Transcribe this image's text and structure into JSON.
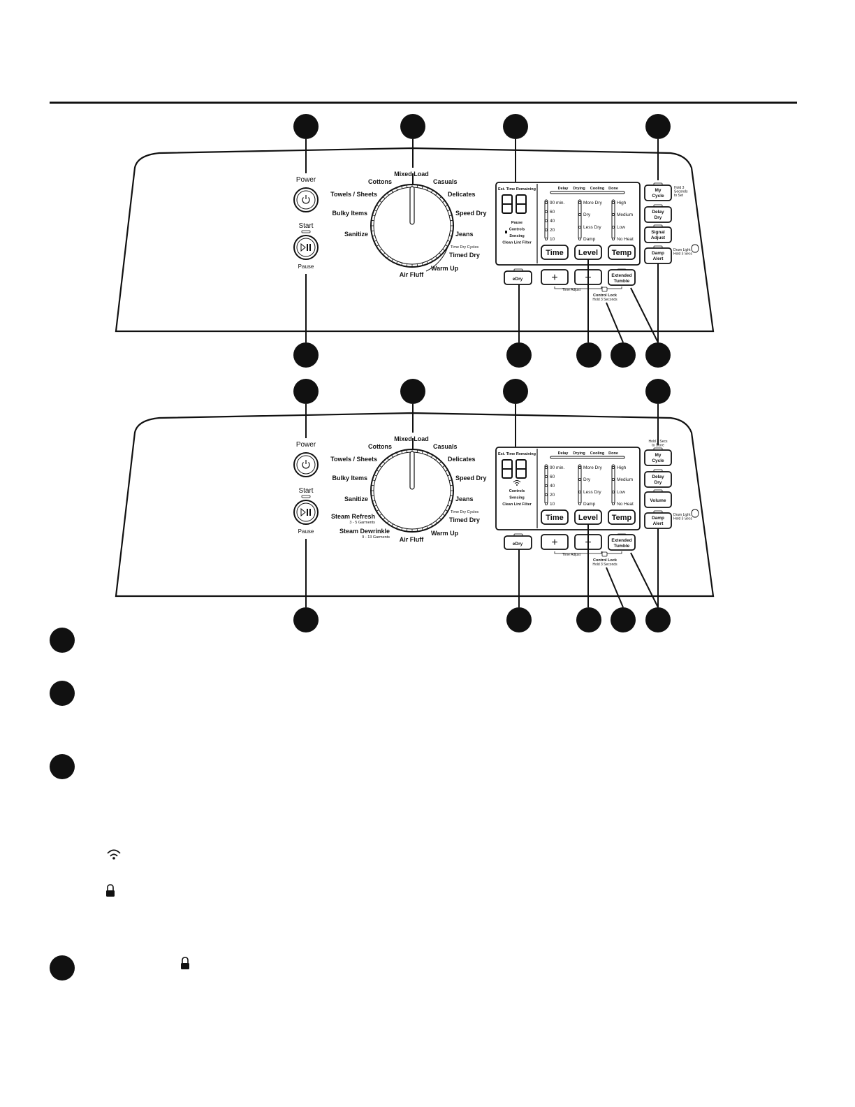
{
  "panel_top": {
    "power_label": "Power",
    "start_label": "Start",
    "pause_label": "Pause",
    "dial_labels": [
      "Mixed Load",
      "Casuals",
      "Cottons",
      "Towels / Sheets",
      "Delicates",
      "Bulky Items",
      "Speed Dry",
      "Sanitize",
      "Jeans",
      "Time Dry Cycles",
      "Timed Dry",
      "Warm Up",
      "Air Fluff"
    ],
    "display": {
      "title": "Est. Time Remaining",
      "digits": "88",
      "status_lines": [
        "Pause",
        "Controls",
        "Sensing",
        "Clean Lint Filter"
      ],
      "progress": [
        "Delay",
        "Drying",
        "Cooling",
        "Done"
      ],
      "time_options": [
        "90 min.",
        "60",
        "40",
        "20",
        "10"
      ],
      "level_options": [
        "More Dry",
        "Dry",
        "Less Dry",
        "Damp"
      ],
      "temp_options": [
        "High",
        "Medium",
        "Low",
        "No Heat"
      ],
      "time_button": "Time",
      "level_button": "Level",
      "temp_button": "Temp"
    },
    "edry_button": "eDry",
    "plus_button": "+",
    "minus_button": "−",
    "time_adjust_label": "Time Adjust",
    "extended_tumble": [
      "Extended",
      "Tumble"
    ],
    "control_lock": [
      "Control Lock",
      "Hold 3 Seconds"
    ],
    "side_buttons": [
      [
        "My",
        "Cycle"
      ],
      [
        "Delay",
        "Dry"
      ],
      [
        "Signal",
        "Adjust"
      ],
      [
        "Damp",
        "Alert"
      ]
    ],
    "my_cycle_note": [
      "Hold 3",
      "Seconds",
      "to Set"
    ],
    "damp_alert_note": [
      "Drum Light",
      "Hold 3 Secs"
    ]
  },
  "panel_bottom": {
    "power_label": "Power",
    "start_label": "Start",
    "pause_label": "Pause",
    "dial_labels": [
      "Mixed Load",
      "Casuals",
      "Cottons",
      "Towels / Sheets",
      "Delicates",
      "Bulky Items",
      "Speed Dry",
      "Sanitize",
      "Jeans",
      "Time Dry Cycles",
      "Timed Dry",
      "Steam Refresh",
      "3 - 5 Garments",
      "Steam Dewrinkle",
      "9 - 13 Garments",
      "Warm Up",
      "Air Fluff"
    ],
    "display": {
      "title": "Est. Time Remaining",
      "digits": "88",
      "status_lines": [
        "Controls",
        "Sensing",
        "Clean Lint Filter"
      ],
      "progress": [
        "Delay",
        "Drying",
        "Cooling",
        "Done"
      ],
      "time_options": [
        "90 min.",
        "60",
        "40",
        "20",
        "10"
      ],
      "level_options": [
        "More Dry",
        "Dry",
        "Less Dry",
        "Damp"
      ],
      "temp_options": [
        "High",
        "Medium",
        "Low",
        "No Heat"
      ],
      "time_button": "Time",
      "level_button": "Level",
      "temp_button": "Temp"
    },
    "edry_button": "eDry",
    "plus_button": "+",
    "minus_button": "−",
    "time_adjust_label": "Time Adjust",
    "extended_tumble": [
      "Extended",
      "Tumble"
    ],
    "control_lock": [
      "Control Lock",
      "Hold 3 Seconds"
    ],
    "side_buttons": [
      [
        "My",
        "Cycle"
      ],
      [
        "Delay",
        "Dry"
      ],
      [
        "Volume",
        ""
      ],
      [
        "Damp",
        "Alert"
      ]
    ],
    "my_cycle_note": [
      "Hold 3 Secs",
      "to Store"
    ],
    "damp_alert_note": [
      "Drum Light",
      "Hold 3 Secs"
    ]
  },
  "legend_markers": 4,
  "legend_icons": [
    "wifi-icon",
    "lock-icon",
    "lock-icon"
  ]
}
